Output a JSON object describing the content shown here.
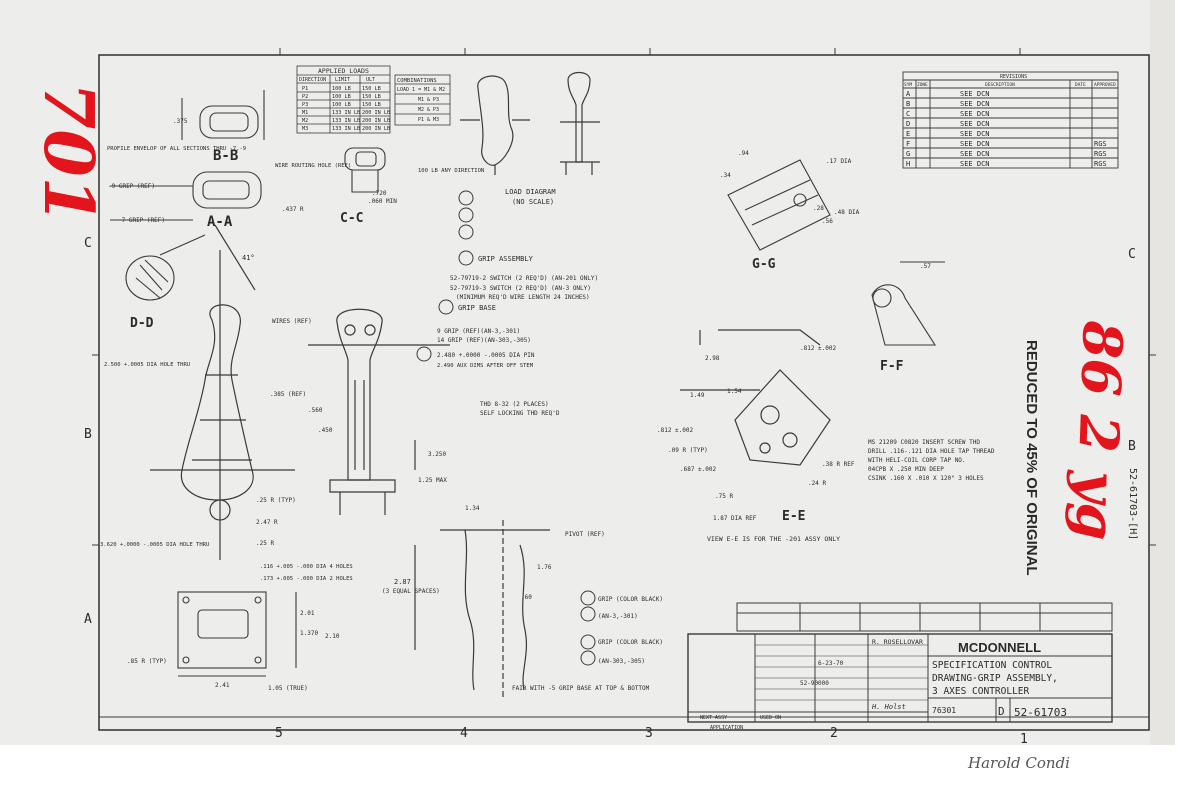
{
  "annotations": {
    "handwritten_top": "701",
    "handwritten_side": "86 2 yg",
    "signature_bottom": "Harold Condi",
    "reduced_stamp": "REDUCED TO 45% OF ORIGINAL",
    "side_number": "52-61703-[H]"
  },
  "border": {
    "zone_cols": [
      "5",
      "4",
      "3",
      "2",
      "1"
    ],
    "zone_rows": [
      "C",
      "B",
      "A"
    ]
  },
  "title_block": {
    "company": "MCDONNELL",
    "title_lines": [
      "SPECIFICATION CONTROL",
      "DRAWING-GRIP ASSEMBLY,",
      "3 AXES CONTROLLER"
    ],
    "code": "76301",
    "size": "D",
    "drawing_no": "52-61703",
    "drawn_by": "R. ROSELLOVAR",
    "date": "6-23-70",
    "approved": "H. Holst",
    "contract": "52-90000"
  },
  "revisions": {
    "title": "REVISIONS",
    "headers": [
      "SYM",
      "ZONE",
      "DESCRIPTION",
      "DATE",
      "APPROVED"
    ],
    "rows": [
      {
        "sym": "A",
        "desc": "SEE DCN",
        "date": "",
        "appr": ""
      },
      {
        "sym": "B",
        "desc": "SEE DCN",
        "date": "",
        "appr": ""
      },
      {
        "sym": "C",
        "desc": "SEE DCN",
        "date": "",
        "appr": ""
      },
      {
        "sym": "D",
        "desc": "SEE DCN",
        "date": "",
        "appr": ""
      },
      {
        "sym": "E",
        "desc": "SEE DCN",
        "date": "",
        "appr": ""
      },
      {
        "sym": "F",
        "desc": "SEE DCN",
        "date": "",
        "appr": "RGS"
      },
      {
        "sym": "G",
        "desc": "SEE DCN",
        "date": "",
        "appr": "RGS"
      },
      {
        "sym": "H",
        "desc": "SEE DCN",
        "date": "",
        "appr": "RGS"
      }
    ]
  },
  "loads_table": {
    "title": "APPLIED LOADS",
    "headers": [
      "DIRECTION",
      "LIMIT",
      "ULT"
    ],
    "rows": [
      [
        "P1",
        "100 LB",
        "150 LB"
      ],
      [
        "P2",
        "100 LB",
        "150 LB"
      ],
      [
        "P3",
        "100 LB",
        "150 LB"
      ],
      [
        "M1",
        "133 IN LB",
        "200 IN LB"
      ],
      [
        "M2",
        "133 IN LB",
        "200 IN LB"
      ],
      [
        "M3",
        "133 IN LB",
        "200 IN LB"
      ]
    ]
  },
  "combinations_table": {
    "title": "COMBINATIONS",
    "rows": [
      "LOAD 1 = M1 & M2",
      "M1 & P3",
      "M2 & P3",
      "P1 & M3"
    ]
  },
  "labels": {
    "section_bb": "B-B",
    "section_aa": "A-A",
    "section_cc": "C-C",
    "section_dd": "D-D",
    "section_gg": "G-G",
    "section_ee": "E-E",
    "section_ff": "F-F",
    "load_diagram": "LOAD DIAGRAM",
    "no_scale": "(NO SCALE)",
    "any_direction": "100 LB ANY DIRECTION",
    "grip_assembly": "GRIP ASSEMBLY",
    "switch_1": "52-79719-2 SWITCH (2 REQ'D) (AN-201 ONLY)",
    "switch_2": "52-79719-3 SWITCH (2 REQ'D) (AN-3 ONLY)",
    "min_wire": "(MINIMUM REQ'D WIRE LENGTH 24 INCHES)",
    "grip_base": "GRIP BASE",
    "grip_ref_1": "9 GRIP (REF)(AN-3,-301)",
    "grip_ref_2": "14 GRIP (REF)(AN-303,-305)",
    "dia_pin": "2.480 +.0000 -.0005 DIA PIN",
    "dims_after": "2.490 AUX DIMS AFTER OFF STEM",
    "thd": "THD 8-32 (2 PLACES)",
    "self_locking": "SELF LOCKING THD REQ'D",
    "wires_ref": "WIRES (REF)",
    "profile": "PROFILE ENVELOP OF ALL SECTIONS THRU -7,-9",
    "wire_routing": "WIRE ROUTING HOLE (REF)",
    "grip_ref": "-9 GRIP (REF)",
    "grip7_ref": "-7 GRIP (REF)",
    "insert_screw": "MS 21209 C0820 INSERT SCREW THD",
    "drill": "DRILL .116-.121 DIA HOLE TAP THREAD",
    "heli_coil": "WITH HELI-COIL CORP TAP NO.",
    "deep": "04CPB X .250 MIN DEEP",
    "csink": "CSINK .160 X .010 X 120° 3 HOLES",
    "view_ee": "VIEW E-E IS FOR THE -201 ASSY ONLY",
    "pivot": "PIVOT (REF)",
    "equal_spaces": "(3 EQUAL SPACES)",
    "grip_black_1": "GRIP (COLOR BLACK)",
    "grip_black_1b": "(AN-3,-301)",
    "grip_black_2": "GRIP (COLOR BLACK)",
    "grip_black_2b": "(AN-303,-305)",
    "fair_with": "FAIR WITH -5 GRIP BASE AT TOP & BOTTOM",
    "application": "APPLICATION",
    "next_assy": "NEXT ASSY",
    "used_on": "USED ON"
  },
  "dims": {
    "d_375": ".375",
    "d_437r": ".437 R",
    "d_720": ".720",
    "d_060": ".060 MIN",
    "d_41": "41°",
    "d_250": "3.250",
    "d_125": "1.25 MAX",
    "d_176": "1.76",
    "d_134": "1.34",
    "d_287": "2.87",
    "d_60": ".60",
    "d_560": ".560",
    "d_450": ".450",
    "d_385": ".385 (REF)",
    "d_298": "2.98",
    "d_812": ".812 ±.002",
    "d_149": "1.49",
    "d_154": "1.54",
    "d_812b": ".812 ±.002",
    "d_09": ".09 R (TYP)",
    "d_687": ".687 ±.002",
    "d_75": ".75 R",
    "d_187": "1.87 DIA REF",
    "d_38": ".38 R REF",
    "d_24": ".24 R",
    "d_94": ".94",
    "d_34": ".34",
    "d_17": ".17 DIA",
    "d_48": ".48 DIA",
    "d_28": ".28",
    "d_56": ".56",
    "d_57": ".57",
    "d_241": "2.41",
    "d_201": "2.01",
    "d_210": "2.10",
    "d_1370": "1.370",
    "d_25r": ".25 R (TYP)",
    "d_247r": "2.47 R",
    "d_25r2": ".25 R",
    "d_3620": "3.620 +.0000 -.0005 DIA HOLE THRU",
    "d_3500": "2.500 +.0005 DIA HOLE THRU",
    "d_116": ".116 +.005 -.000 DIA 4 HOLES",
    "d_173": ".173 +.005 -.000 DIA 2 HOLES",
    "d_85r": ".85 R (TYP)",
    "d_105": "1.05 (TRUE)"
  }
}
